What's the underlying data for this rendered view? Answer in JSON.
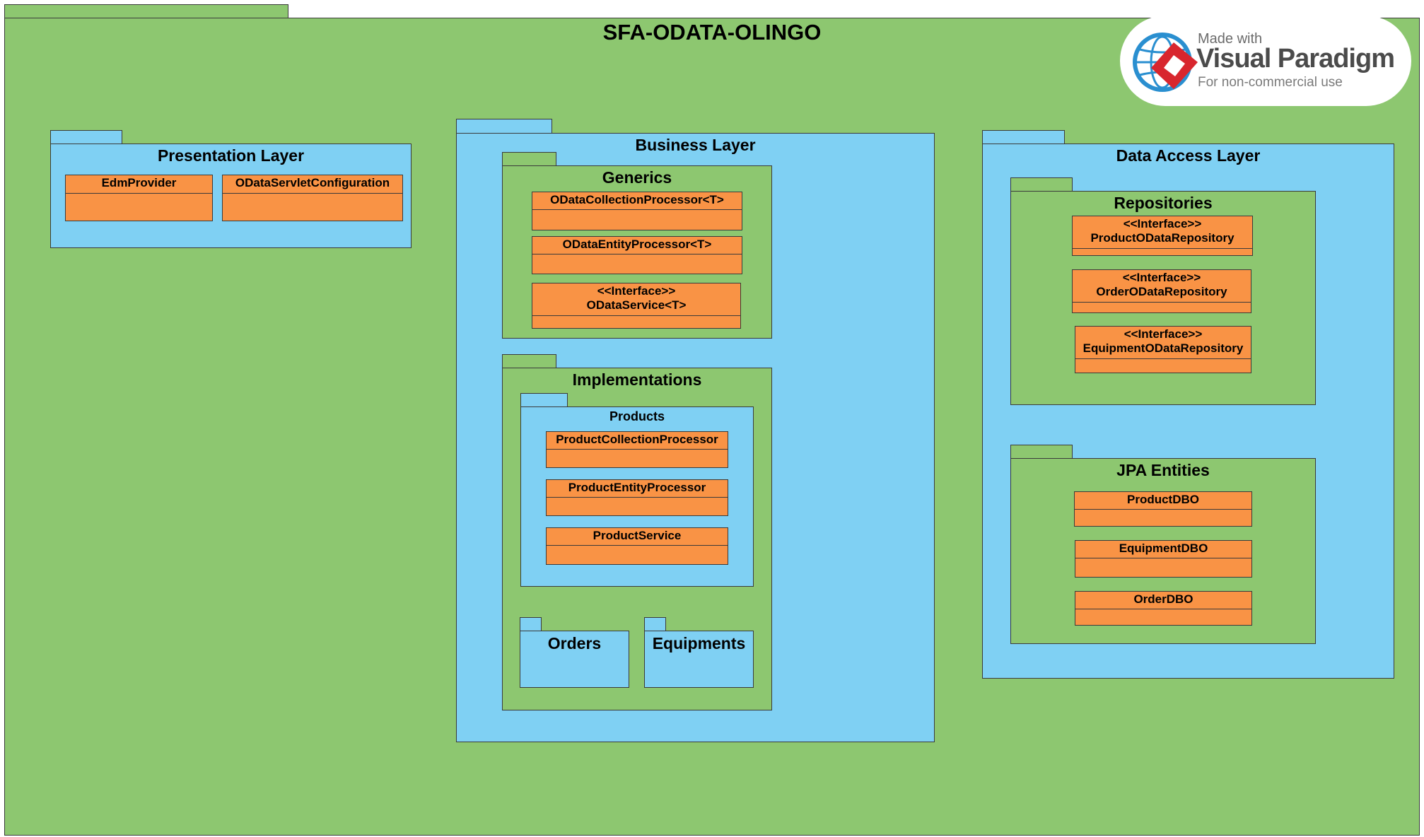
{
  "diagram": {
    "title": "SFA-ODATA-OLINGO",
    "watermark": {
      "line1": "Made with",
      "line2": "Visual Paradigm",
      "line3": "For non-commercial use"
    },
    "colors": {
      "package_outer": "#8dc770",
      "package_blue": "#7fd0f3",
      "class_fill": "#f99345"
    },
    "presentation_layer": {
      "title": "Presentation Layer",
      "classes": [
        "EdmProvider",
        "ODataServletConfiguration"
      ]
    },
    "business_layer": {
      "title": "Business Layer",
      "generics": {
        "title": "Generics",
        "classes": [
          {
            "stereotype": "",
            "name": "ODataCollectionProcessor<T>"
          },
          {
            "stereotype": "",
            "name": "ODataEntityProcessor<T>"
          },
          {
            "stereotype": "<<Interface>>",
            "name": "ODataService<T>"
          }
        ]
      },
      "implementations": {
        "title": "Implementations",
        "products": {
          "title": "Products",
          "classes": [
            "ProductCollectionProcessor",
            "ProductEntityProcessor",
            "ProductService"
          ]
        },
        "orders": {
          "title": "Orders"
        },
        "equipments": {
          "title": "Equipments"
        }
      }
    },
    "data_access_layer": {
      "title": "Data Access Layer",
      "repositories": {
        "title": "Repositories",
        "classes": [
          {
            "stereotype": "<<Interface>>",
            "name": "ProductODataRepository"
          },
          {
            "stereotype": "<<Interface>>",
            "name": "OrderODataRepository"
          },
          {
            "stereotype": "<<Interface>>",
            "name": "EquipmentODataRepository"
          }
        ]
      },
      "jpa_entities": {
        "title": "JPA Entities",
        "classes": [
          "ProductDBO",
          "EquipmentDBO",
          "OrderDBO"
        ]
      }
    }
  }
}
